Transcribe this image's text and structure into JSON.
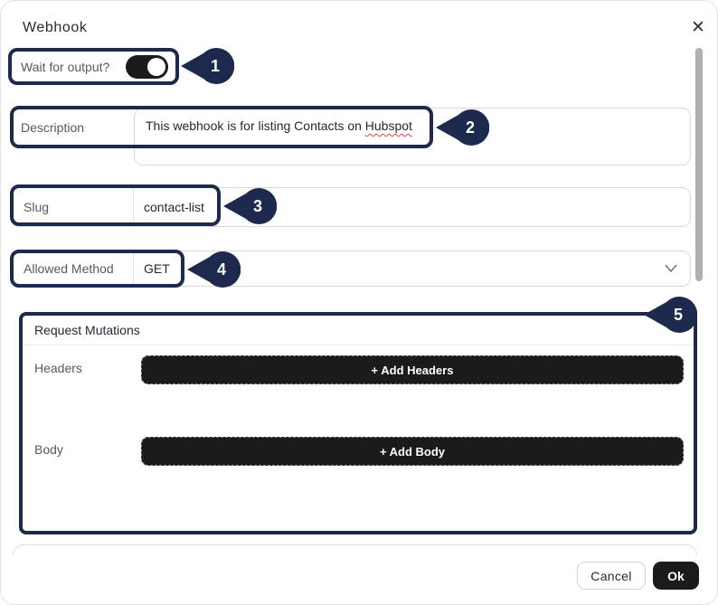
{
  "dialog": {
    "title": "Webhook"
  },
  "icons": {
    "close": "✕",
    "chevron_down": "chevron-down",
    "toggle_state": "on"
  },
  "wait_row": {
    "label": "Wait for output?"
  },
  "description": {
    "label": "Description",
    "value_main": "This webhook is for listing Contacts on ",
    "value_misspelled": "Hubspot"
  },
  "slug": {
    "label": "Slug",
    "value": "contact-list"
  },
  "method": {
    "label": "Allowed Method",
    "value": "GET"
  },
  "request_mutations": {
    "title": "Request Mutations",
    "headers_label": "Headers",
    "add_headers_button": "+ Add Headers",
    "body_label": "Body",
    "add_body_button": "+ Add Body"
  },
  "footer": {
    "cancel": "Cancel",
    "ok": "Ok"
  },
  "callouts": [
    {
      "number": "1"
    },
    {
      "number": "2"
    },
    {
      "number": "3"
    },
    {
      "number": "4"
    },
    {
      "number": "5"
    }
  ],
  "colors": {
    "annotation_navy": "#1e2a4d",
    "dark_button": "#1b1b1b",
    "spellcheck_red": "#e04343",
    "field_border": "#d9d9d9"
  }
}
